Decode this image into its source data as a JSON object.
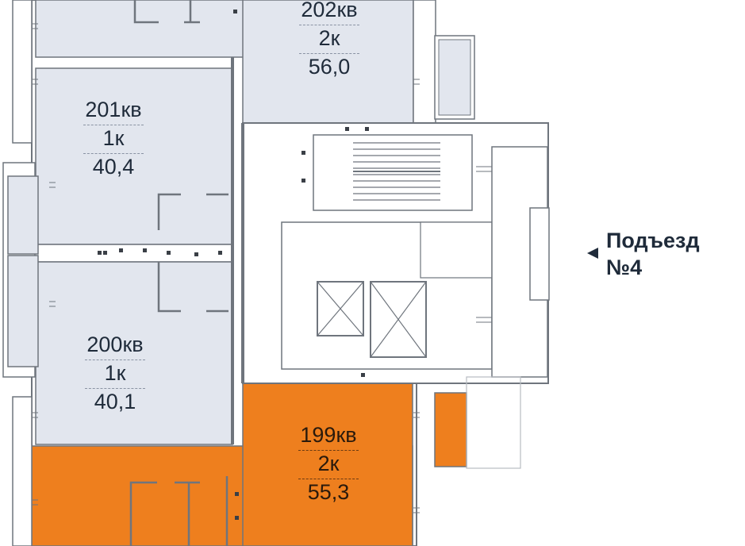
{
  "apartments": [
    {
      "number": "202кв",
      "rooms": "2к",
      "area": "56,0",
      "selected": false
    },
    {
      "number": "201кв",
      "rooms": "1к",
      "area": "40,4",
      "selected": false
    },
    {
      "number": "200кв",
      "rooms": "1к",
      "area": "40,1",
      "selected": false
    },
    {
      "number": "199кв",
      "rooms": "2к",
      "area": "55,3",
      "selected": true
    }
  ],
  "entrance": {
    "line1": "Подъезд",
    "line2": "№4"
  },
  "colors": {
    "apartment_fill": "#e2e6ee",
    "selected_fill": "#ee7f1e",
    "wall": "#6f757d",
    "text": "#1f2b3a"
  }
}
